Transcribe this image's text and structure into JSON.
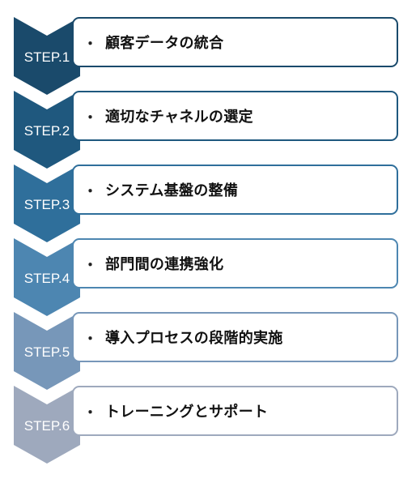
{
  "steps": [
    {
      "label": "STEP.1",
      "text": "顧客データの統合",
      "color": "#1a4a6b"
    },
    {
      "label": "STEP.2",
      "text": "適切なチャネルの選定",
      "color": "#1f587e"
    },
    {
      "label": "STEP.3",
      "text": "システム基盤の整備",
      "color": "#2f6f9b"
    },
    {
      "label": "STEP.4",
      "text": "部門間の連携強化",
      "color": "#4d86b1"
    },
    {
      "label": "STEP.5",
      "text": "導入プロセスの段階的実施",
      "color": "#7797b9"
    },
    {
      "label": "STEP.6",
      "text": "トレーニングとサポート",
      "color": "#9ea9bd"
    }
  ],
  "bullet": "・"
}
